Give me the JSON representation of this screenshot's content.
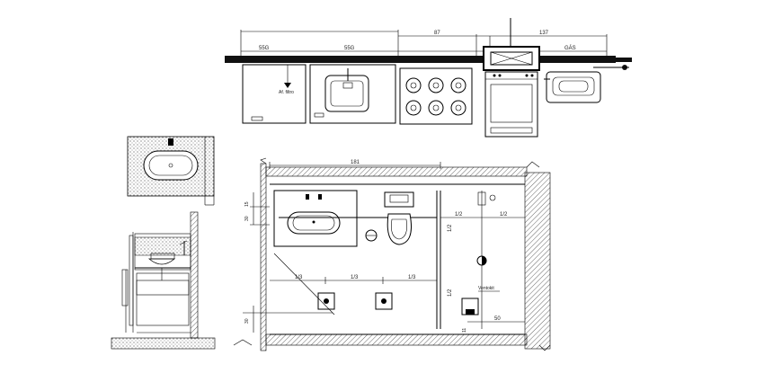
{
  "elevation": {
    "dims": {
      "d1": "55G",
      "d2": "55G",
      "d3": "87",
      "d4": "137",
      "gas": "GÁS"
    },
    "note": "Af. filtro"
  },
  "plan": {
    "dims": {
      "width": "181",
      "left_a": "15",
      "left_b": "30",
      "third1": "1/3",
      "third2": "1/3",
      "third3": "1/3",
      "half_h1": "1/2",
      "half_h2": "1/2",
      "half_v1": "1/2",
      "half_v2": "1/2",
      "bottom_left": "30",
      "bottom_right": "50",
      "bottom_small": "11"
    },
    "ventokit": "Ventokit"
  }
}
